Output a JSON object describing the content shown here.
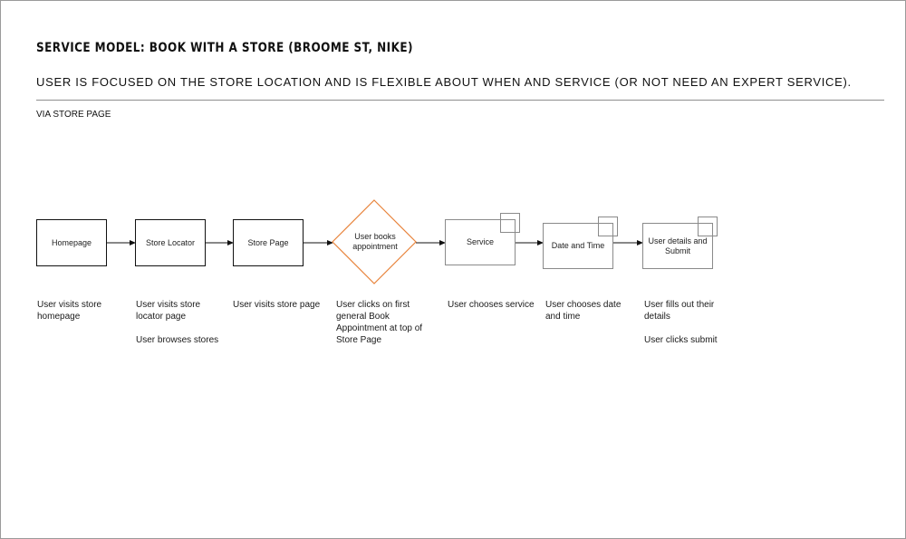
{
  "header": {
    "title": "SERVICE MODEL: BOOK WITH A STORE (BROOME ST, NIKE)",
    "subtitle": "USER IS FOCUSED ON THE STORE LOCATION AND IS FLEXIBLE ABOUT WHEN AND SERVICE (OR NOT NEED AN EXPERT SERVICE).",
    "section_label": "VIA STORE PAGE"
  },
  "colors": {
    "decision_border": "#e8843c",
    "box_border": "#111111",
    "screen_border": "#8a8a8a"
  },
  "flow": {
    "steps": [
      {
        "label": "Homepage",
        "desc": [
          "User visits store homepage"
        ]
      },
      {
        "label": "Store Locator",
        "desc": [
          "User visits store locator page",
          "User browses stores"
        ]
      },
      {
        "label": "Store Page",
        "desc": [
          "User visits store page"
        ]
      },
      {
        "label": "User books appointment",
        "desc": [
          "User clicks  on first general Book Appointment at top of Store Page"
        ]
      },
      {
        "label": "Service",
        "desc": [
          "User chooses service"
        ]
      },
      {
        "label": "Date and Time",
        "desc": [
          "User chooses date and time"
        ]
      },
      {
        "label": "User details and Submit",
        "desc": [
          "User fills out their details",
          "User clicks submit"
        ]
      }
    ]
  }
}
